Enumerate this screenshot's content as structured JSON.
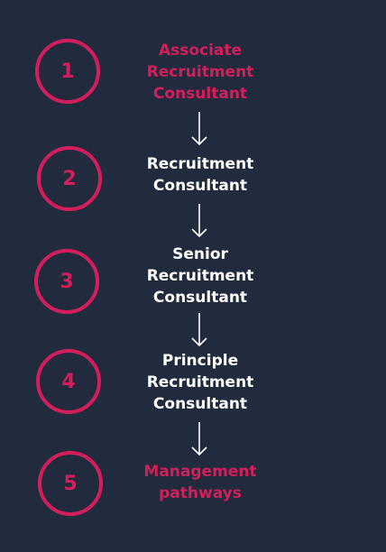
{
  "steps": [
    {
      "number": "1",
      "label": "Associate\nRecruitment\nConsultant",
      "highlight": true
    },
    {
      "number": "2",
      "label": "Recruitment\nConsultant",
      "highlight": false
    },
    {
      "number": "3",
      "label": "Senior\nRecruitment\nConsultant",
      "highlight": false
    },
    {
      "number": "4",
      "label": "Principle\nRecruitment\nConsultant",
      "highlight": false
    },
    {
      "number": "5",
      "label": "Management\npathways",
      "highlight": true
    }
  ],
  "colors": {
    "background": "#222b3d",
    "accent": "#d31e5b",
    "text": "#ffffff"
  }
}
